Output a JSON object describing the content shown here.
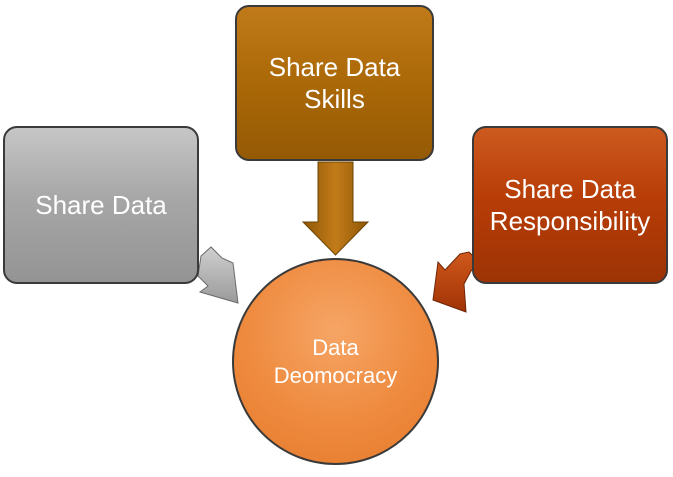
{
  "diagram": {
    "nodes": {
      "share_data": {
        "label": "Share Data",
        "color": "#a6a6a6"
      },
      "share_skills": {
        "line1": "Share Data",
        "line2": "Skills",
        "color": "#ad6a08"
      },
      "share_responsibility": {
        "line1": "Share Data",
        "line2": "Responsibility",
        "color": "#b83d07"
      },
      "data_democracy": {
        "line1": "Data",
        "line2": "Deomocracy",
        "color": "#ee8a3e"
      }
    },
    "edges": [
      {
        "from": "share_data",
        "to": "data_democracy"
      },
      {
        "from": "share_skills",
        "to": "data_democracy"
      },
      {
        "from": "share_responsibility",
        "to": "data_democracy"
      }
    ]
  }
}
